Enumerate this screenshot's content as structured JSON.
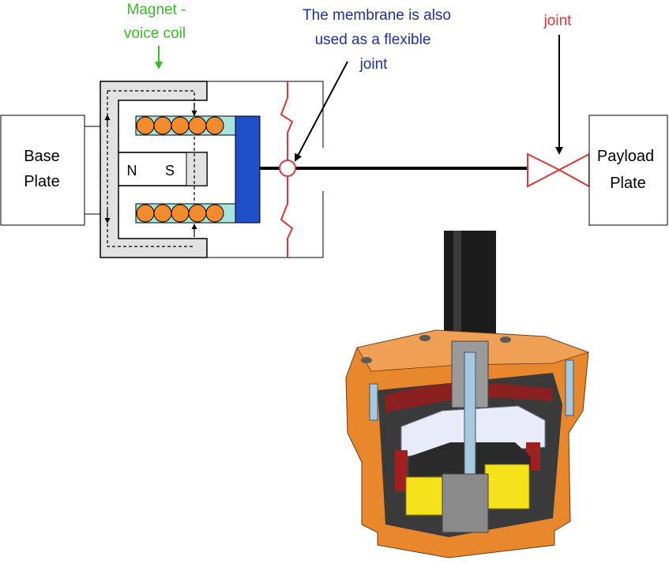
{
  "labels": {
    "magnet_line1": "Magnet -",
    "magnet_line2": "voice coil",
    "membrane_line1": "The membrane is also",
    "membrane_line2": "used as a flexible",
    "membrane_line3": "joint",
    "joint": "joint",
    "base_line1": "Base",
    "base_line2": "Plate",
    "payload_line1": "Payload",
    "payload_line2": "Plate",
    "pole_n": "N",
    "pole_s": "S"
  },
  "colors": {
    "green_label": "#3cb82a",
    "blue_label": "#1f2fa8",
    "red_label": "#e23434",
    "coil_orange": "#f28a2e",
    "coil_bg": "#a6e4dc",
    "core_blue": "#1f4fc8",
    "membrane_red": "#e23434",
    "housing_orange": "#e8872c",
    "magnet_yellow": "#f5e21a"
  }
}
